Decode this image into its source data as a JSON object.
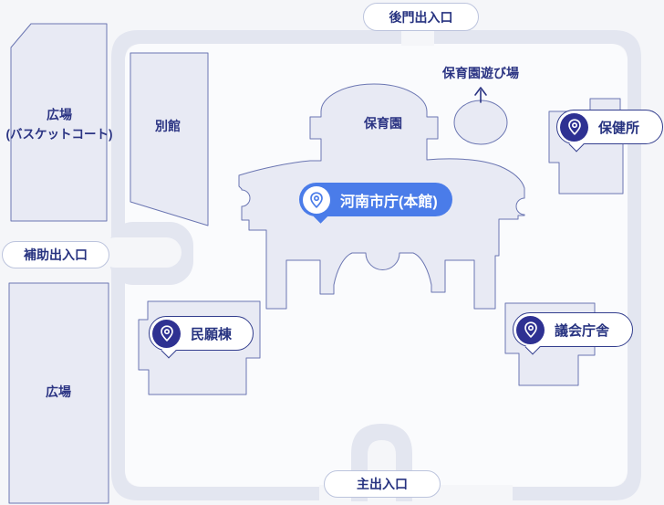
{
  "map": {
    "gates": {
      "back_label": "後門出入口",
      "auxiliary_label": "補助出入口",
      "main_label": "主出入口"
    },
    "areas": {
      "plaza_court": {
        "line1": "広場",
        "line2": "(バスケットコート)"
      },
      "plaza_south": {
        "label": "広場"
      },
      "annex": {
        "label": "別館"
      },
      "nursery": {
        "label": "保育園"
      },
      "playground": {
        "label": "保育園遊び場"
      }
    },
    "markers": {
      "city_hall": {
        "label": "河南市庁(本館)"
      },
      "health_center": {
        "label": "保健所"
      },
      "civil_affairs": {
        "label": "民願棟"
      },
      "council": {
        "label": "議会庁舎"
      }
    },
    "colors": {
      "accent_blue": "#4a7ce9",
      "navy_text": "#2b3483",
      "pin_navy": "#2e3192",
      "road_gray": "#e3e6f0",
      "building_fill": "#e8eaf4",
      "building_border": "#6b76b2",
      "map_inner": "#fafbfd",
      "page_bg": "#f5f6f9"
    }
  }
}
